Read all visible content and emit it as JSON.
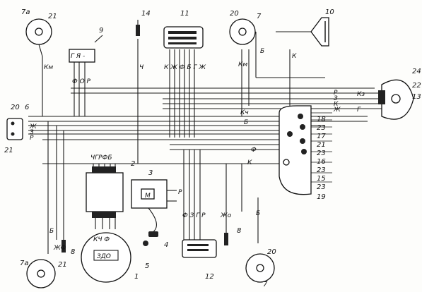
{
  "labels": {
    "n7a_top": "7а",
    "n21_top": "21",
    "n9": "9",
    "g_minus": "Г Я -",
    "n14": "14",
    "n11": "11",
    "n20_top": "20",
    "n7_top": "7",
    "n10": "10",
    "km_left": "Км",
    "ch_mid": "Ч",
    "f_o_r": "Ф О Р",
    "kkfbgzh": "К Ж Ф Б Г Ж",
    "km_right": "Км",
    "b_upper": "Б",
    "k_upper": "К",
    "n24": "24",
    "n22": "22",
    "n13": "13",
    "rk_list": "Р З К Ж",
    "r_right": "Р",
    "z_right": "З",
    "k_right": "К",
    "zh_right": "Ж",
    "kz_right": "Кз",
    "g_right": "Г",
    "n20_left": "20",
    "n6": "6",
    "zh_left": "Ж",
    "z_left": "З",
    "r_left": "Р",
    "n21_left": "21",
    "chgrfb": "ЧГРФБ",
    "n2": "2",
    "n3": "3",
    "m_lbl": "М",
    "p_lbl": "Р",
    "phi_small": "Ф",
    "kch_lbl": "Кч",
    "b_mid": "Б",
    "k_mid": "К",
    "n18": "18",
    "n23a": "23",
    "n17": "17",
    "n21_right": "21",
    "n23b": "23",
    "n16": "16",
    "n23c": "23",
    "n15": "15",
    "n23d": "23",
    "n19": "19",
    "b_left": "Б",
    "zhf": "ЖФ",
    "n8_left": "8",
    "n7a_bot": "7а",
    "n21_bot": "21",
    "kchfo": "КЧ Ф",
    "zdo": "ЗДО",
    "n1": "1",
    "n5": "5",
    "n4": "4",
    "f3gr": "Ф З Г Р",
    "n12": "12",
    "zho": "Жо",
    "n8_right": "8",
    "b_bot": "Б",
    "n20_bot": "20",
    "n7_bot": "7"
  }
}
